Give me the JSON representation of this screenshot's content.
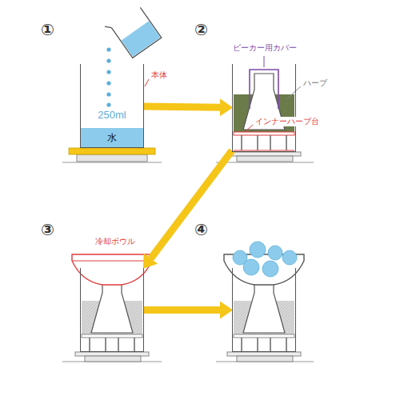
{
  "diagram": {
    "nodes": [
      {
        "text": [
          "①",
          "250ml"
        ]
      },
      {
        "text": [
          "水"
        ],
        "in": 0
      },
      {
        "text": [
          "②"
        ]
      },
      {
        "text": [
          "③"
        ]
      },
      {
        "text": [
          "④"
        ]
      }
    ],
    "edges": [
      {
        "from": 0,
        "to": 2,
        "arrow": "to"
      },
      {
        "from": 2,
        "to": 3,
        "arrow": "to"
      },
      {
        "from": 3,
        "to": 4,
        "arrow": "to"
      }
    ],
    "labels": [
      "本体",
      "ビーカー用カバー",
      "ハーブ",
      "インナーハーブ台",
      "冷却ボウル"
    ]
  }
}
